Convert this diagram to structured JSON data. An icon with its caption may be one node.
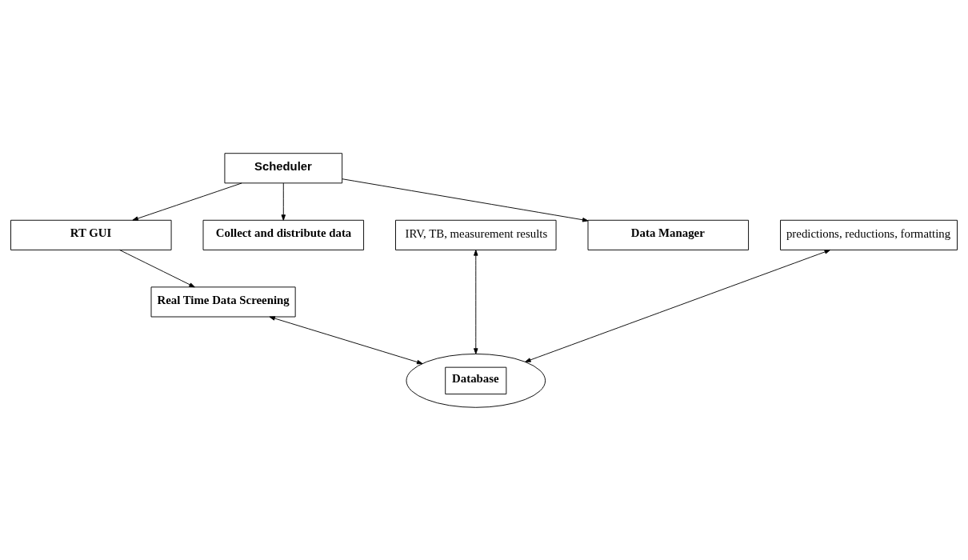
{
  "diagram": {
    "nodes": [
      {
        "text": [
          "Scheduler"
        ]
      },
      {
        "text": [
          "RT GUI"
        ]
      },
      {
        "text": [
          "Collect and distribute data"
        ]
      },
      {
        "text": [
          "IRV, TB, measurement results"
        ]
      },
      {
        "text": [
          "Data Manager"
        ]
      },
      {
        "text": [
          "predictions, reductions, formatting"
        ]
      },
      {
        "text": [
          "Real Time Data Screening"
        ]
      },
      {
        "text": [
          "Database"
        ]
      }
    ],
    "edges": [
      {
        "from": 0,
        "to": 1,
        "arrow": "to"
      },
      {
        "from": 0,
        "to": 2,
        "arrow": "to"
      },
      {
        "from": 0,
        "to": 4,
        "arrow": "to"
      },
      {
        "from": 1,
        "to": 6,
        "arrow": "to"
      },
      {
        "from": 6,
        "to": 7,
        "arrow": "both"
      },
      {
        "from": 3,
        "to": 7,
        "arrow": "both"
      },
      {
        "from": 5,
        "to": 7,
        "arrow": "both"
      }
    ]
  }
}
